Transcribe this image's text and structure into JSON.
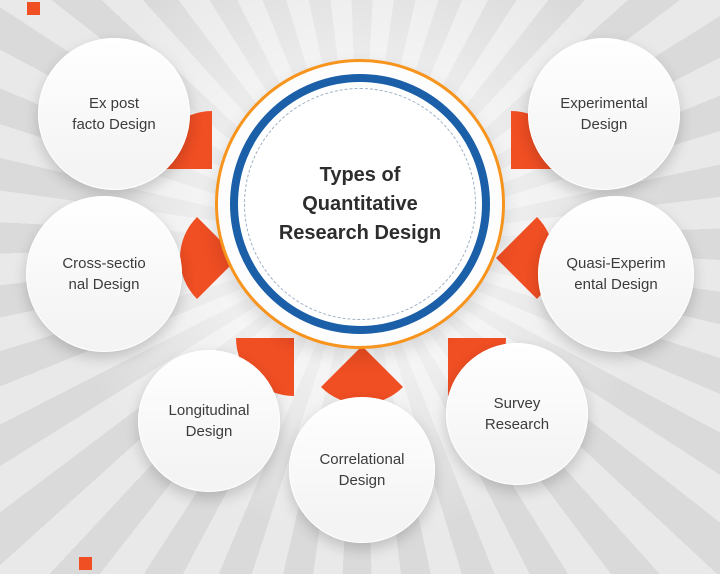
{
  "diagram": {
    "title": "Types of\nQuantitative\nResearch Design",
    "nodes": [
      {
        "label": "Ex post\nfacto Design"
      },
      {
        "label": "Experimental\nDesign"
      },
      {
        "label": "Cross-sectio\nnal Design"
      },
      {
        "label": "Quasi-Experim\nental Design"
      },
      {
        "label": "Longitudinal\nDesign"
      },
      {
        "label": "Survey\nResearch"
      },
      {
        "label": "Correlational\nDesign"
      }
    ],
    "colors": {
      "arrow_orange": "#f04e23",
      "ring_orange": "#f7941d",
      "ring_blue": "#1b5fa8",
      "background": "#e2e2e2"
    }
  }
}
